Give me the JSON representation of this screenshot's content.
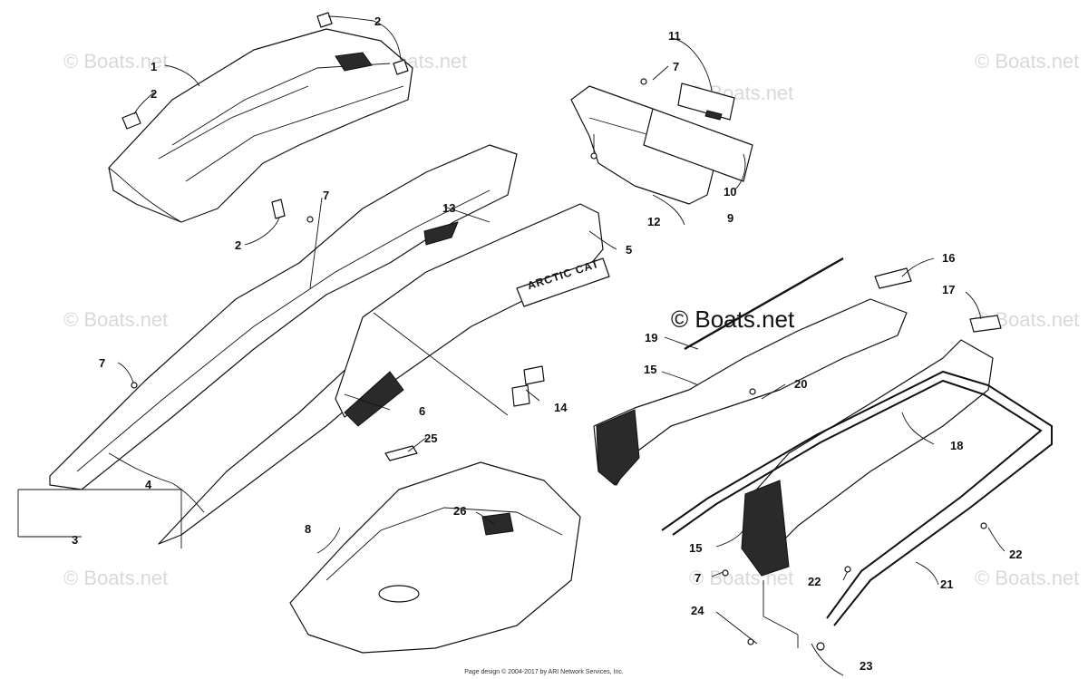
{
  "watermark": "© Boats.net",
  "center_watermark": "© Boats.net",
  "footer": "Page design © 2004-2017 by ARI Network Services, Inc.",
  "callouts": {
    "c1": "1",
    "c2a": "2",
    "c2b": "2",
    "c2c": "2",
    "c3": "3",
    "c4": "4",
    "c5": "5",
    "c6": "6",
    "c7a": "7",
    "c7b": "7",
    "c7c": "7",
    "c7d": "7",
    "c8": "8",
    "c9": "9",
    "c10": "10",
    "c11": "11",
    "c12": "12",
    "c13": "13",
    "c14": "14",
    "c15a": "15",
    "c15b": "15",
    "c16": "16",
    "c17": "17",
    "c18": "18",
    "c19": "19",
    "c20": "20",
    "c21": "21",
    "c22a": "22",
    "c22b": "22",
    "c23": "23",
    "c24": "24",
    "c25": "25",
    "c26": "26"
  },
  "brand_label": "ARCTIC CAT"
}
